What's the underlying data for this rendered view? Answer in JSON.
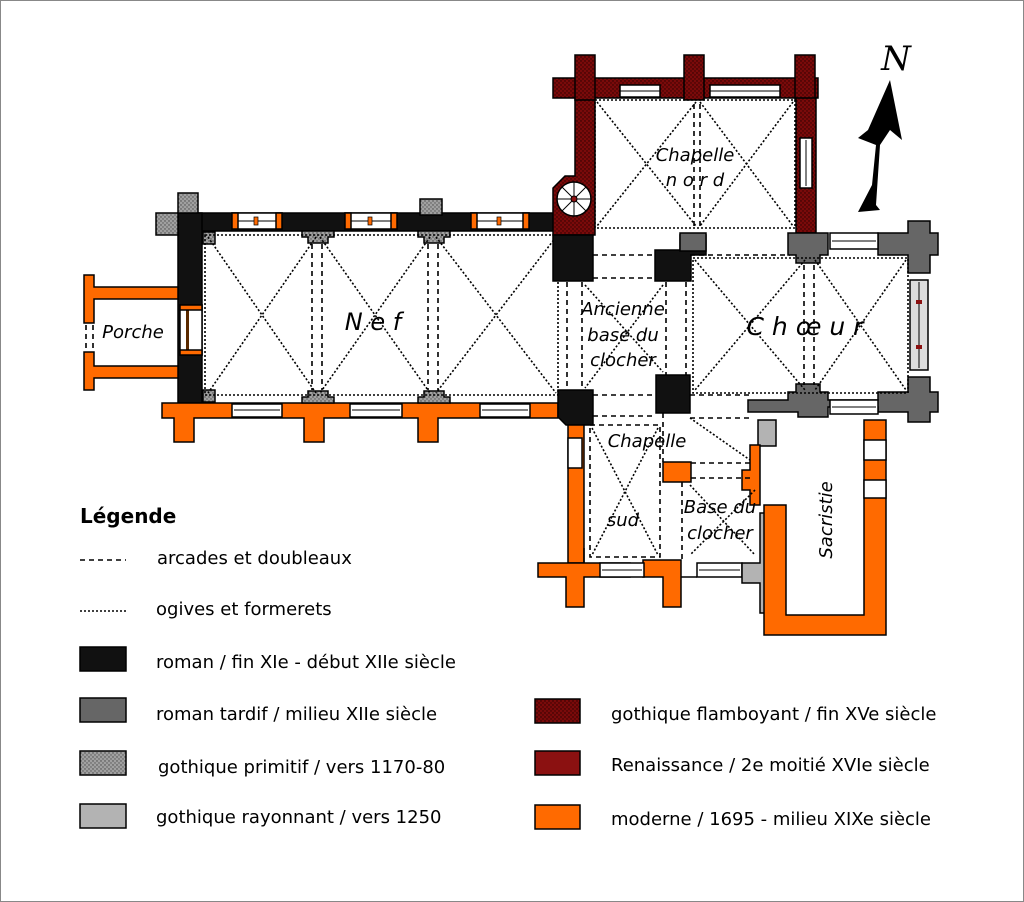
{
  "colors": {
    "roman": "#111111",
    "roman_tardif": "#666666",
    "gothique_primitif": "#a0a0a0",
    "gothique_rayonnant": "#b3b3b3",
    "gothique_flamboyant": "#7a0a0a",
    "renaissance": "#8b1111",
    "moderne": "#ff6a00"
  },
  "north_label": "N",
  "rooms": {
    "porche": "Porche",
    "nef": "N e f",
    "chapelle_nord_1": "Chapelle",
    "chapelle_nord_2": "n o r d",
    "ancienne_1": "Ancienne",
    "ancienne_2": "base du",
    "ancienne_3": "clocher",
    "choeur": "C h œ u r",
    "chapelle_sud_1": "Chapelle",
    "chapelle_sud_2": "sud",
    "base_1": "Base du",
    "base_2": "clocher",
    "sacristie": "Sacristie"
  },
  "legend": {
    "title": "Légende",
    "items": [
      {
        "type": "dashed",
        "label": "arcades et doubleaux"
      },
      {
        "type": "dotted",
        "label": "ogives et formerets"
      },
      {
        "type": "swatch",
        "color": "#111111",
        "label": "roman / fin XIe - début XIIe siècle"
      },
      {
        "type": "swatch",
        "color": "#666666",
        "label": "roman tardif / milieu XIIe siècle"
      },
      {
        "type": "swatch-pattern",
        "color": "#a0a0a0",
        "label": "gothique primitif / vers 1170-80"
      },
      {
        "type": "swatch",
        "color": "#b3b3b3",
        "label": "gothique rayonnant / vers 1250"
      },
      {
        "type": "swatch-pattern",
        "color": "#7a0a0a",
        "label": "gothique flamboyant / fin XVe siècle"
      },
      {
        "type": "swatch",
        "color": "#8b1111",
        "label": "Renaissance / 2e moitié XVIe siècle"
      },
      {
        "type": "swatch",
        "color": "#ff6a00",
        "label": "moderne / 1695 - milieu XIXe siècle"
      }
    ]
  }
}
